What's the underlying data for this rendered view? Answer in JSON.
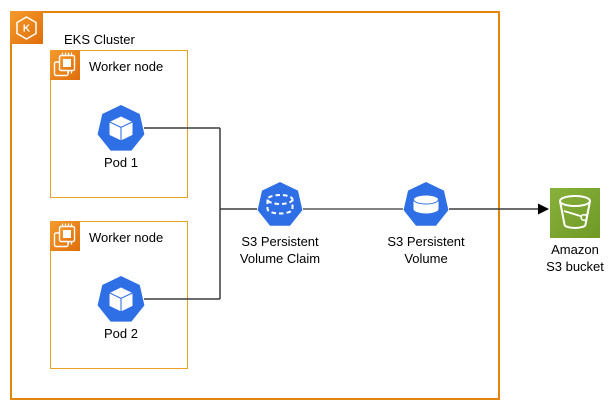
{
  "cluster": {
    "label": "EKS Cluster"
  },
  "workers": [
    {
      "label": "Worker node",
      "pod_label": "Pod 1"
    },
    {
      "label": "Worker node",
      "pod_label": "Pod 2"
    }
  ],
  "pvc": {
    "line1": "S3 Persistent",
    "line2": "Volume Claim"
  },
  "pv": {
    "line1": "S3 Persistent",
    "line2": "Volume"
  },
  "bucket": {
    "line1": "Amazon",
    "line2": "S3 bucket"
  },
  "icons": {
    "eks": "eks-cluster-icon",
    "worker": "compute-chip-icon",
    "pod": "kubernetes-pod-icon",
    "pvc": "persistent-volume-claim-icon",
    "pv": "persistent-volume-icon",
    "bucket": "s3-bucket-icon"
  },
  "colors": {
    "cluster_border_orange": "#E1860D",
    "worker_border_orange": "#ECA023",
    "aws_orange_light": "#F59B2C",
    "aws_orange_dark": "#DF6E0B",
    "kubernetes_blue": "#2F6FE6",
    "s3_green_light": "#88B13B",
    "s3_green_dark": "#6F9A26",
    "connector_dark": "#3B3B3B",
    "connector_gray": "#595959"
  }
}
